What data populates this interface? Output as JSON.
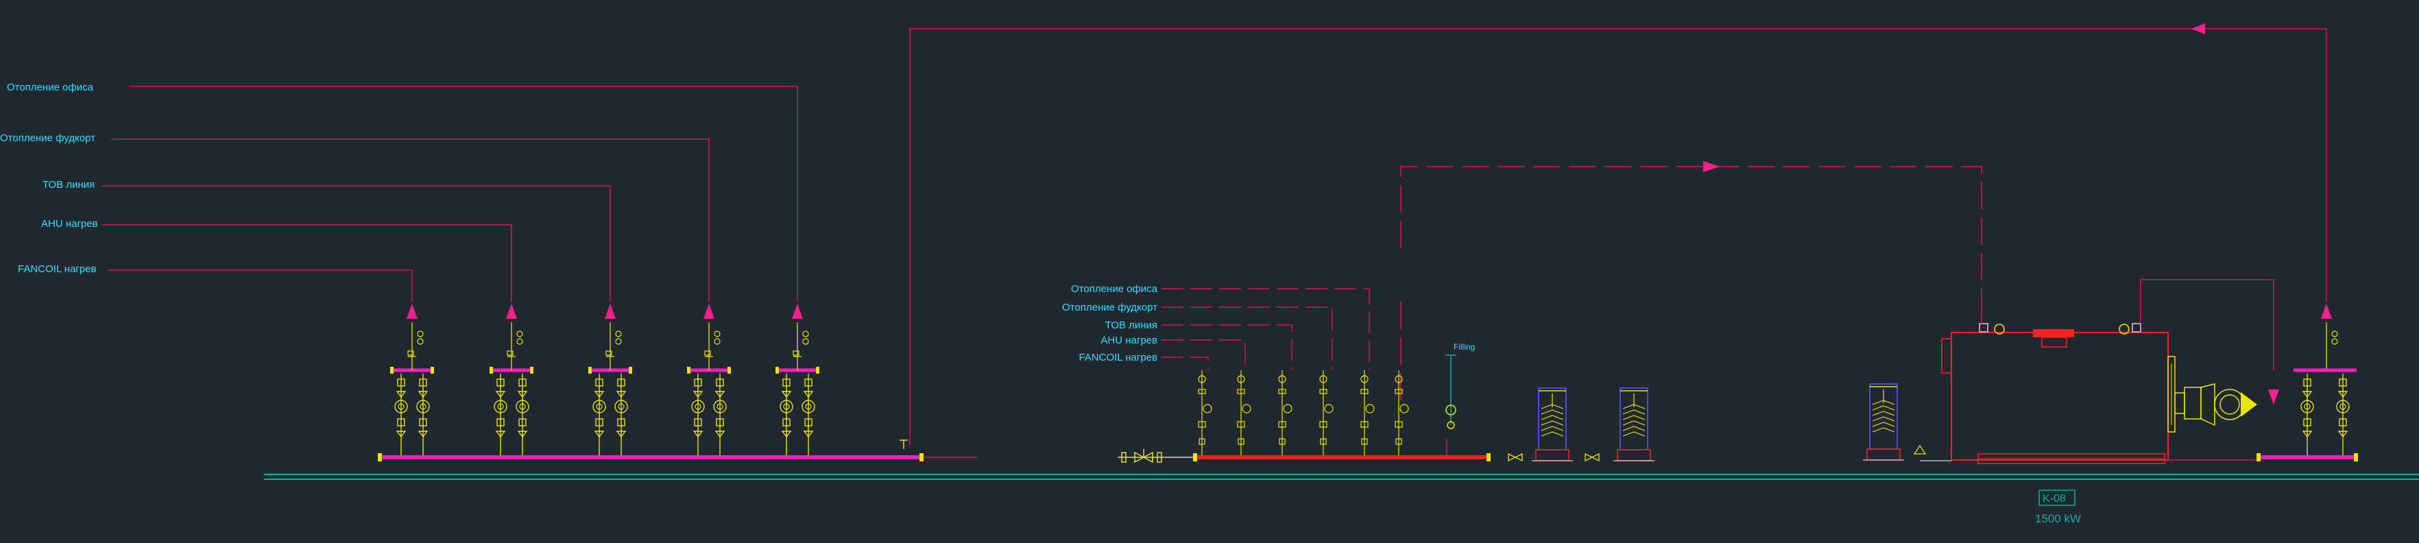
{
  "colors": {
    "background": "#212830",
    "supply_line": "#d8115f",
    "return_line": "#e0204a",
    "text": "#2fe0ff",
    "equipment": "#e6e600",
    "header_bar": "#ff1fbf",
    "pipe_red": "#ff2020",
    "ground_line": "#1aa8a0",
    "white_leader": "#d0d0d0"
  },
  "left_circuits": [
    {
      "label": "Отопление офиса"
    },
    {
      "label": "Отопление фудкорт"
    },
    {
      "label": "ТОВ линия"
    },
    {
      "label": "AHU нагрев"
    },
    {
      "label": "FANCOIL нагрев"
    }
  ],
  "center_circuits": [
    {
      "label": "Отопление офиса"
    },
    {
      "label": "Отопление фудкорт"
    },
    {
      "label": "ТОВ линия"
    },
    {
      "label": "AHU нагрев"
    },
    {
      "label": "FANCOIL нагрев"
    }
  ],
  "filling_label": "Filling",
  "boiler": {
    "tag": "K-08",
    "capacity": "1500 kW"
  },
  "icons": [
    "arrow-up-icon",
    "arrow-right-icon",
    "arrow-left-icon",
    "arrow-down-icon",
    "pump-icon",
    "valve-icon",
    "burner-icon",
    "tank-icon"
  ]
}
